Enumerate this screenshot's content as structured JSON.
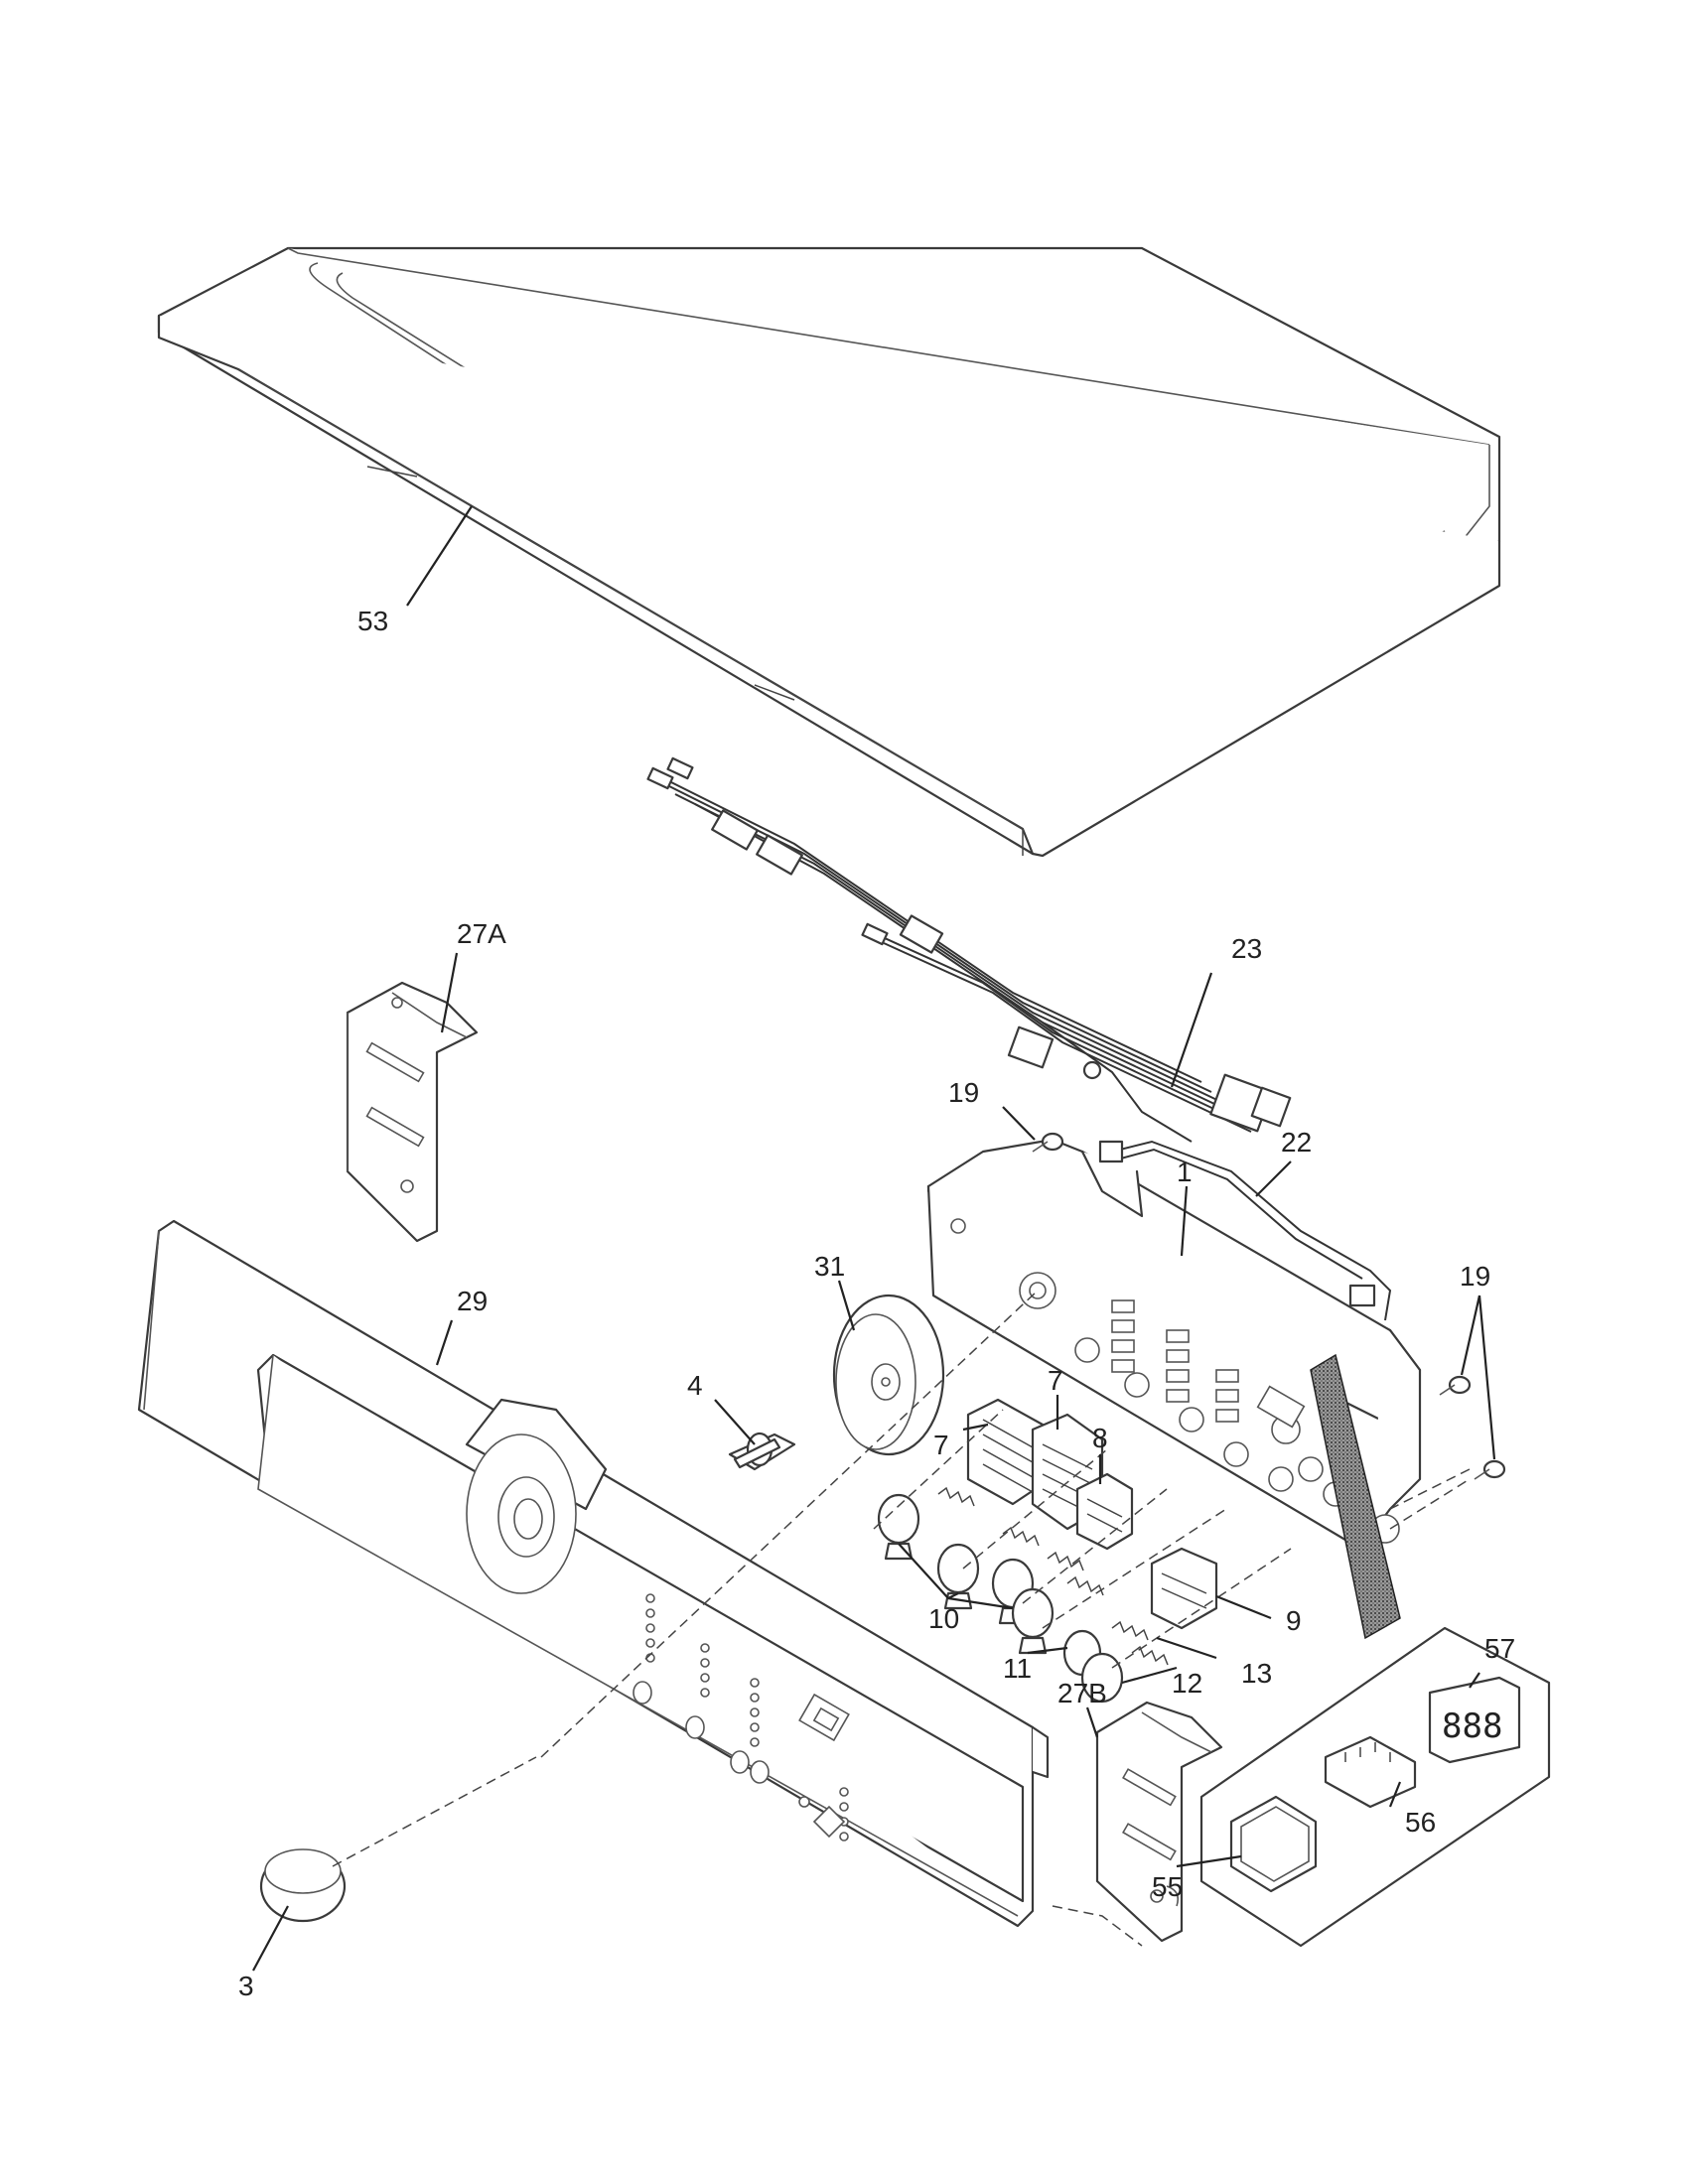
{
  "callouts": [
    {
      "id": "53",
      "text": "53"
    },
    {
      "id": "23",
      "text": "23"
    },
    {
      "id": "27A",
      "text": "27A"
    },
    {
      "id": "19a",
      "text": "19"
    },
    {
      "id": "22",
      "text": "22"
    },
    {
      "id": "1",
      "text": "1"
    },
    {
      "id": "19b",
      "text": "19"
    },
    {
      "id": "31",
      "text": "31"
    },
    {
      "id": "29",
      "text": "29"
    },
    {
      "id": "4",
      "text": "4"
    },
    {
      "id": "7a",
      "text": "7"
    },
    {
      "id": "7b",
      "text": "7"
    },
    {
      "id": "8",
      "text": "8"
    },
    {
      "id": "9",
      "text": "9"
    },
    {
      "id": "10",
      "text": "10"
    },
    {
      "id": "11",
      "text": "11"
    },
    {
      "id": "12",
      "text": "12"
    },
    {
      "id": "13",
      "text": "13"
    },
    {
      "id": "27B",
      "text": "27B"
    },
    {
      "id": "57",
      "text": "57"
    },
    {
      "id": "56",
      "text": "56"
    },
    {
      "id": "55",
      "text": "55"
    },
    {
      "id": "3",
      "text": "3"
    }
  ],
  "display_digits": "888"
}
